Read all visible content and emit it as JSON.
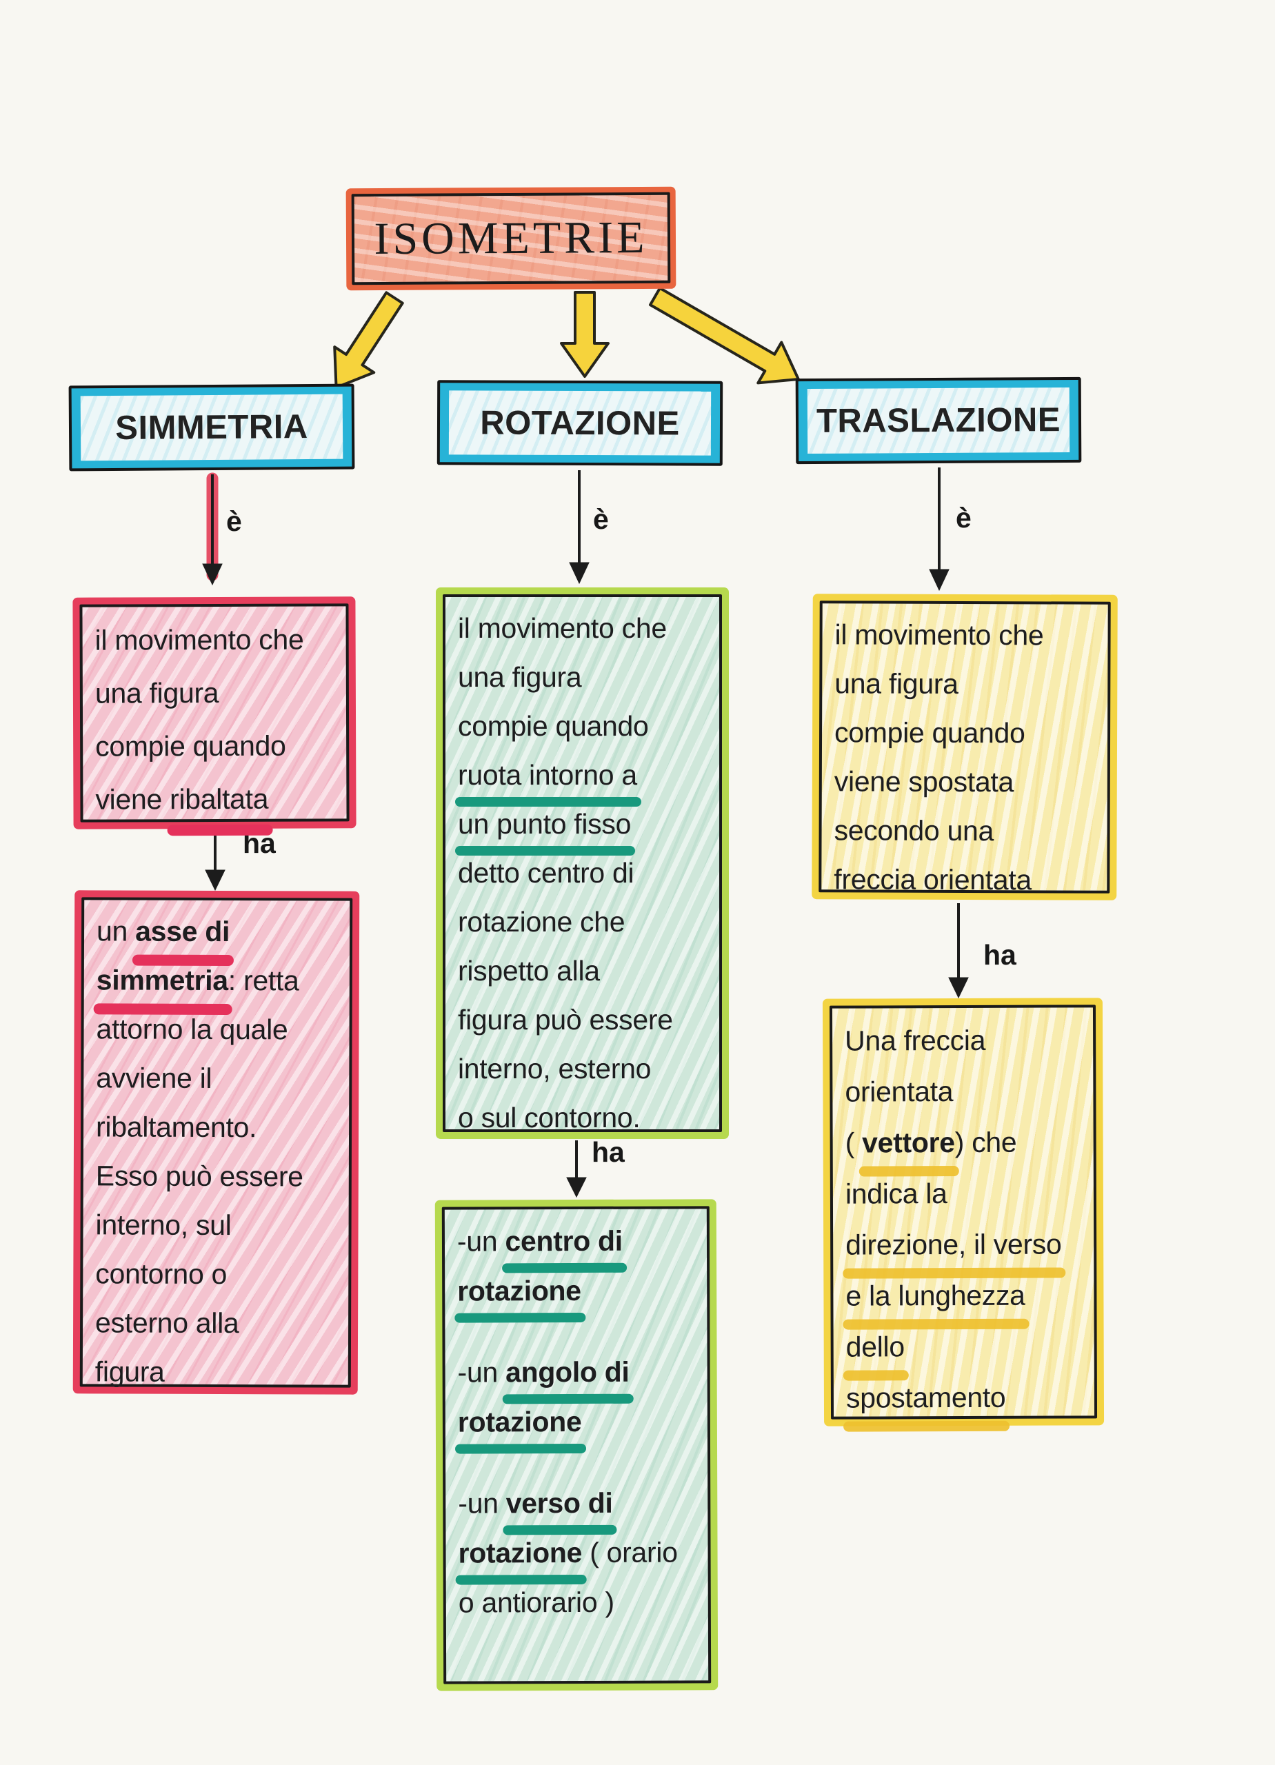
{
  "title": "ISOMETRIE",
  "branches": {
    "simmetria": {
      "label": "SIMMETRIA",
      "edge_is": "è",
      "edge_has": "ha",
      "definition": {
        "lines": [
          {
            "seg": [
              {
                "t": "il movimento che"
              }
            ]
          },
          {
            "seg": [
              {
                "t": "una figura"
              }
            ]
          },
          {
            "seg": [
              {
                "t": "compie quando"
              }
            ]
          },
          {
            "seg": [
              {
                "t": "viene "
              },
              {
                "t": "ribaltata",
                "u": "red"
              }
            ]
          }
        ]
      },
      "has": {
        "lines": [
          {
            "seg": [
              {
                "t": "un "
              },
              {
                "t": "asse di",
                "b": true,
                "u": "red"
              }
            ]
          },
          {
            "seg": [
              {
                "t": "simmetria",
                "b": true,
                "u": "red"
              },
              {
                "t": ": retta"
              }
            ]
          },
          {
            "seg": [
              {
                "t": "attorno la quale"
              }
            ]
          },
          {
            "seg": [
              {
                "t": "avviene il"
              }
            ]
          },
          {
            "seg": [
              {
                "t": "ribaltamento."
              }
            ]
          },
          {
            "seg": [
              {
                "t": "Esso può essere"
              }
            ]
          },
          {
            "seg": [
              {
                "t": "interno, sul"
              }
            ]
          },
          {
            "seg": [
              {
                "t": "contorno o"
              }
            ]
          },
          {
            "seg": [
              {
                "t": "esterno alla"
              }
            ]
          },
          {
            "seg": [
              {
                "t": "figura"
              }
            ]
          }
        ]
      }
    },
    "rotazione": {
      "label": "ROTAZIONE",
      "edge_is": "è",
      "edge_has": "ha",
      "definition": {
        "lines": [
          {
            "seg": [
              {
                "t": "il movimento che"
              }
            ]
          },
          {
            "seg": [
              {
                "t": "una figura"
              }
            ]
          },
          {
            "seg": [
              {
                "t": "compie quando"
              }
            ]
          },
          {
            "seg": [
              {
                "t": "ruota intorno a",
                "u": "teal"
              }
            ]
          },
          {
            "seg": [
              {
                "t": "un punto fisso",
                "u": "teal"
              }
            ]
          },
          {
            "seg": [
              {
                "t": "detto centro di"
              }
            ]
          },
          {
            "seg": [
              {
                "t": "rotazione che"
              }
            ]
          },
          {
            "seg": [
              {
                "t": "rispetto alla"
              }
            ]
          },
          {
            "seg": [
              {
                "t": "figura può essere"
              }
            ]
          },
          {
            "seg": [
              {
                "t": "interno, esterno"
              }
            ]
          },
          {
            "seg": [
              {
                "t": "o sul contorno."
              }
            ]
          }
        ]
      },
      "has": {
        "lines": [
          {
            "seg": [
              {
                "t": "-un "
              },
              {
                "t": "centro di",
                "b": true,
                "u": "teal"
              }
            ]
          },
          {
            "seg": [
              {
                "t": "rotazione",
                "b": true,
                "u": "teal"
              }
            ]
          },
          {
            "gap": true
          },
          {
            "seg": [
              {
                "t": "-un "
              },
              {
                "t": "angolo di",
                "b": true,
                "u": "teal"
              }
            ]
          },
          {
            "seg": [
              {
                "t": "rotazione",
                "b": true,
                "u": "teal"
              }
            ]
          },
          {
            "gap": true
          },
          {
            "seg": [
              {
                "t": "-un "
              },
              {
                "t": "verso di",
                "b": true,
                "u": "teal"
              }
            ]
          },
          {
            "seg": [
              {
                "t": "rotazione",
                "b": true,
                "u": "teal"
              },
              {
                "t": " ( orario"
              }
            ]
          },
          {
            "seg": [
              {
                "t": "o antiorario )"
              }
            ]
          }
        ]
      }
    },
    "traslazione": {
      "label": "TRASLAZIONE",
      "edge_is": "è",
      "edge_has": "ha",
      "definition": {
        "lines": [
          {
            "seg": [
              {
                "t": "il movimento che"
              }
            ]
          },
          {
            "seg": [
              {
                "t": "una figura"
              }
            ]
          },
          {
            "seg": [
              {
                "t": "compie quando"
              }
            ]
          },
          {
            "seg": [
              {
                "t": "viene spostata"
              }
            ]
          },
          {
            "seg": [
              {
                "t": "secondo una"
              }
            ]
          },
          {
            "seg": [
              {
                "t": "freccia orientata"
              }
            ]
          }
        ]
      },
      "has": {
        "lines": [
          {
            "seg": [
              {
                "t": "Una freccia"
              }
            ]
          },
          {
            "seg": [
              {
                "t": "orientata"
              }
            ]
          },
          {
            "seg": [
              {
                "t": "( "
              },
              {
                "t": "vettore",
                "b": true,
                "u": "ochre"
              },
              {
                "t": ") che"
              }
            ]
          },
          {
            "seg": [
              {
                "t": "indica la"
              }
            ]
          },
          {
            "seg": [
              {
                "t": "direzione, il verso",
                "u": "ochre"
              }
            ]
          },
          {
            "seg": [
              {
                "t": "e la lunghezza",
                "u": "ochre"
              }
            ]
          },
          {
            "seg": [
              {
                "t": "dello",
                "u": "ochre"
              }
            ]
          },
          {
            "seg": [
              {
                "t": "spostamento",
                "u": "ochre"
              }
            ]
          }
        ]
      }
    }
  },
  "colors": {
    "paper": "#f8f7f2",
    "ink": "#1c1c1c",
    "title_band": "#e8653f",
    "title_fill": "#f2a78f",
    "cyan_band": "#27b3d7",
    "cyan_fill": "#edf7f8",
    "pink_band": "#e63e5c",
    "pink_fill": "#f4c3cf",
    "green_band": "#b6d94e",
    "green_fill": "#cfe7da",
    "yellow_band": "#f3d443",
    "yellow_fill": "#f8ecae",
    "underline_red": "#e5315b",
    "underline_teal": "#18997d",
    "underline_ochre": "#eec02f",
    "arrow_yellow": "#f6d33c"
  }
}
